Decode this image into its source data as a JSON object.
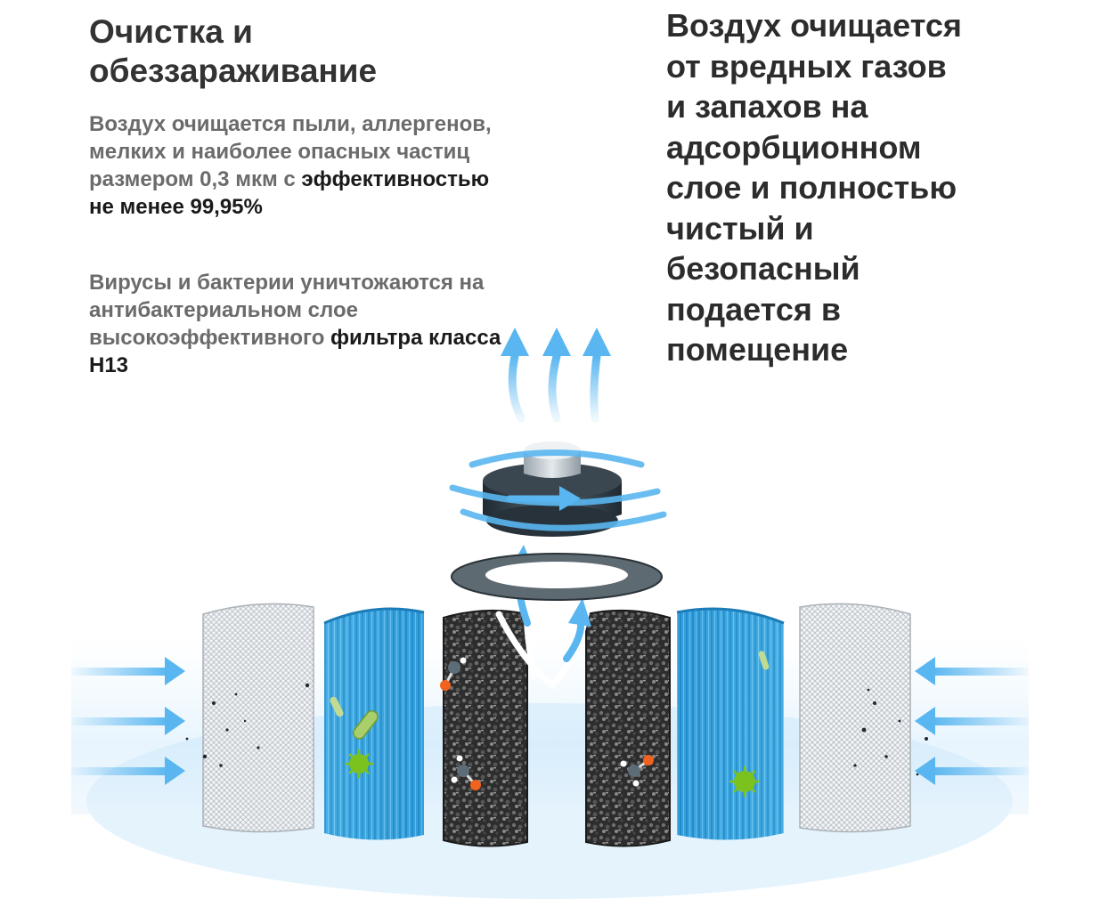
{
  "left": {
    "title_line1": "Очистка и",
    "title_line2": "обеззараживание",
    "para1_normal": "Воздух очищается пыли, аллергенов, мелких и наиболее опасных частиц размером 0,3 мкм с ",
    "para1_bold": "эффективностью не менее 99,95%",
    "para2_normal": "Вирусы и бактерии уничтожаются на антибактериальном слое высокоэффективного ",
    "para2_bold": "фильтра класса H13"
  },
  "right": {
    "lines": [
      "Воздух очищается",
      "от вредных газов",
      "и запахов на",
      "адсорбционном",
      "слое и полностью",
      "чистый и",
      "безопасный",
      "подается в",
      "помещение"
    ]
  },
  "colors": {
    "arrow_blue": "#59b6f0",
    "hepa_blue": "#3aa6df",
    "carbon_dark": "#2b2b2b",
    "virus_green": "#7cc21f",
    "bacteria_green": "#a8cf6a",
    "molecule_orange": "#f0621e"
  }
}
